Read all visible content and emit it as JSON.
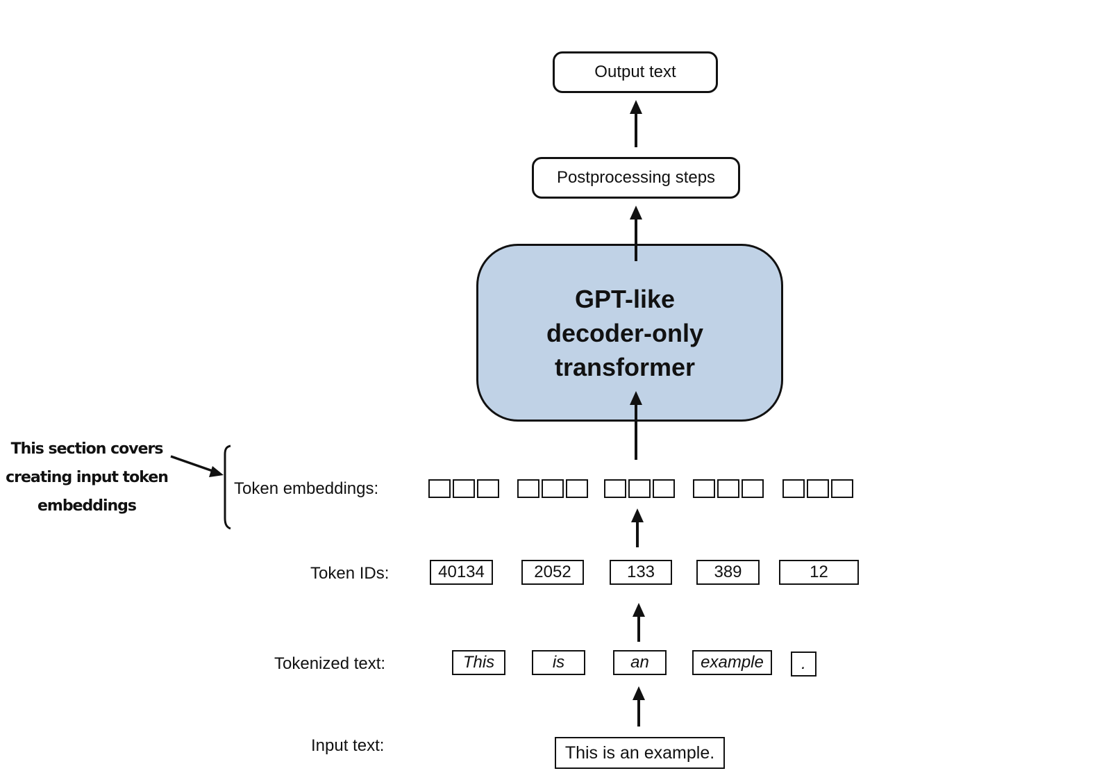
{
  "output_text": "Output text",
  "postprocessing": "Postprocessing steps",
  "model": {
    "line1": "GPT-like",
    "line2": "decoder-only",
    "line3": "transformer"
  },
  "labels": {
    "token_embeddings": "Token embeddings:",
    "token_ids": "Token IDs:",
    "tokenized_text": "Tokenized text:",
    "input_text": "Input text:"
  },
  "token_ids": [
    "40134",
    "2052",
    "133",
    "389",
    "12"
  ],
  "tokens": [
    "This",
    "is",
    "an",
    "example",
    "."
  ],
  "input_text": "This is an example.",
  "annotation": {
    "line1": "This section covers",
    "line2": "creating input token",
    "line3": "embeddings"
  },
  "colors": {
    "model_fill": "#c0d2e6",
    "stroke": "#111111"
  }
}
